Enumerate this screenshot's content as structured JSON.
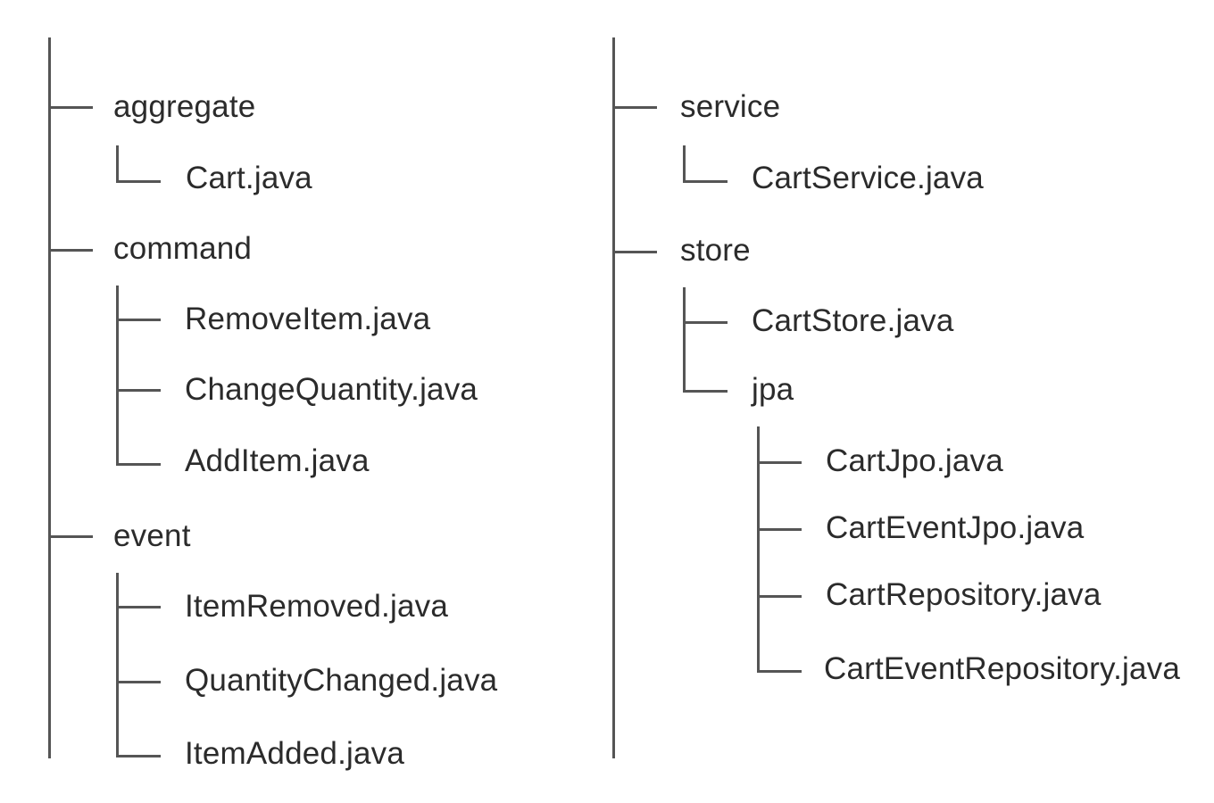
{
  "tree_left": {
    "aggregate": {
      "label": "aggregate",
      "files": [
        "Cart.java"
      ]
    },
    "command": {
      "label": "command",
      "files": [
        "RemoveItem.java",
        "ChangeQuantity.java",
        "AddItem.java"
      ]
    },
    "event": {
      "label": "event",
      "files": [
        "ItemRemoved.java",
        "QuantityChanged.java",
        "ItemAdded.java"
      ]
    }
  },
  "tree_right": {
    "service": {
      "label": "service",
      "files": [
        "CartService.java"
      ]
    },
    "store": {
      "label": "store",
      "files": [
        "CartStore.java"
      ],
      "jpa": {
        "label": "jpa",
        "files": [
          "CartJpo.java",
          "CartEventJpo.java",
          "CartRepository.java",
          "CartEventRepository.java"
        ]
      }
    }
  },
  "colors": {
    "line": "#555555",
    "text": "#2b2b2b",
    "background": "#ffffff"
  }
}
